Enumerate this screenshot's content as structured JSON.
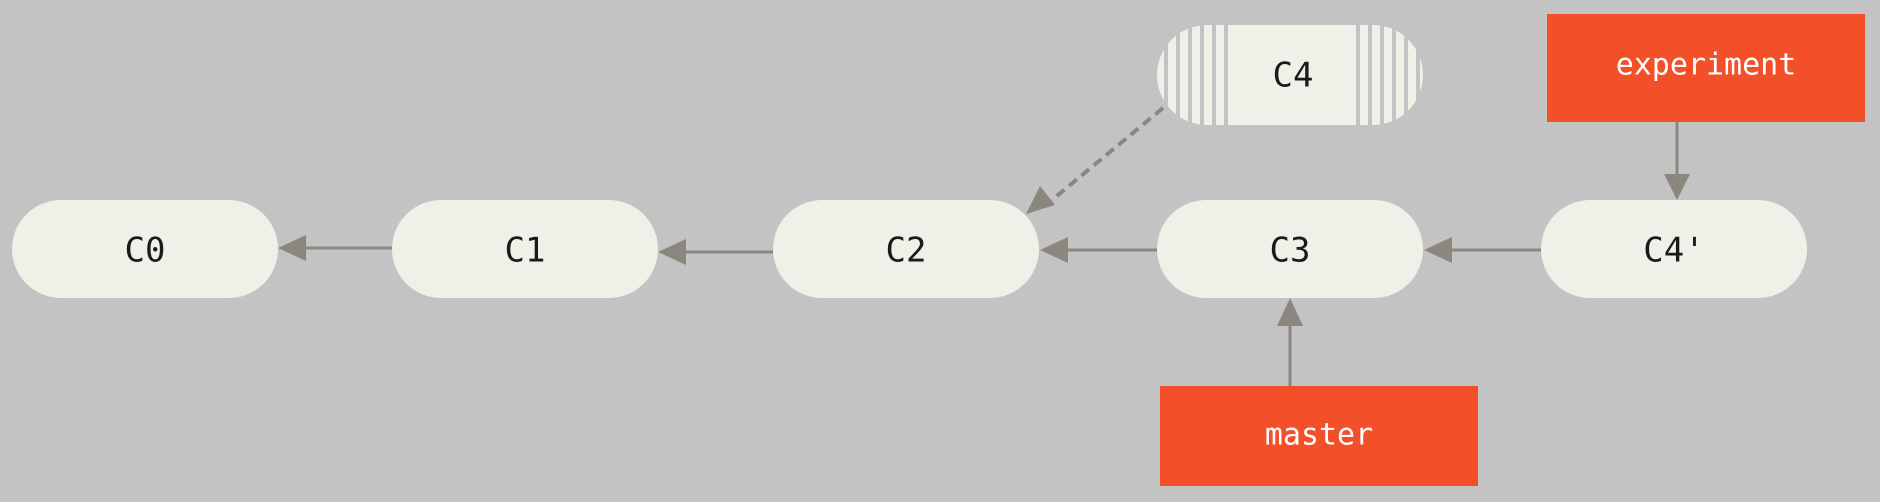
{
  "diagram": {
    "commits": {
      "c0": "C0",
      "c1": "C1",
      "c2": "C2",
      "c3": "C3",
      "c4_new": "C4'",
      "c4_old": "C4"
    },
    "branches": {
      "experiment": "experiment",
      "master": "master"
    }
  },
  "colors": {
    "background": "#c3c3c3",
    "commit_fill": "#f0efe8",
    "branch_fill": "#f34f29",
    "arrow": "#8c877e",
    "text": "#1a1a1a"
  }
}
